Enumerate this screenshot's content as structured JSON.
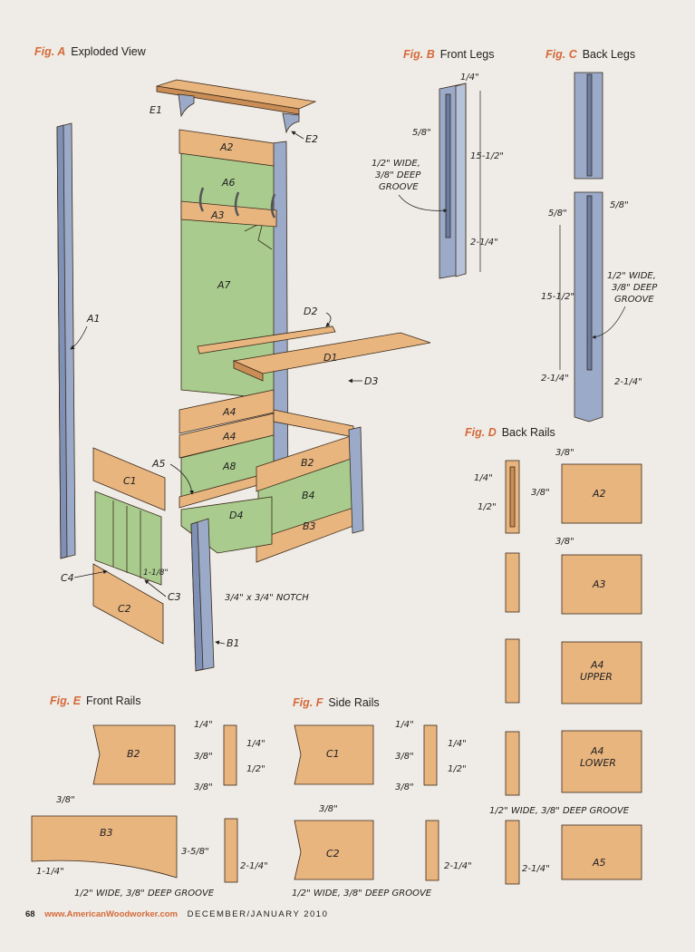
{
  "figures": {
    "a": {
      "tag": "Fig. A",
      "title": "Exploded View"
    },
    "b": {
      "tag": "Fig. B",
      "title": "Front Legs"
    },
    "c": {
      "tag": "Fig. C",
      "title": "Back Legs"
    },
    "d": {
      "tag": "Fig. D",
      "title": "Back Rails"
    },
    "e": {
      "tag": "Fig. E",
      "title": "Front Rails"
    },
    "f": {
      "tag": "Fig. F",
      "title": "Side Rails"
    }
  },
  "parts": {
    "e1": "E1",
    "e2": "E2",
    "a2": "A2",
    "a6": "A6",
    "a3": "A3",
    "a7": "A7",
    "a1": "A1",
    "d2": "D2",
    "d1": "D1",
    "d3": "D3",
    "a4": "A4",
    "a5": "A5",
    "a8": "A8",
    "b2": "B2",
    "b4": "B4",
    "b3": "B3",
    "d4": "D4",
    "c1": "C1",
    "c2": "C2",
    "c3": "C3",
    "c4": "C4",
    "b1": "B1",
    "a4_upper": "A4\nUPPER",
    "a4_lower": "A4\nLOWER"
  },
  "dims": {
    "q": "1/4\"",
    "t58": "5/8\"",
    "t38": "3/8\"",
    "h12": "1/2\"",
    "l1512": "15-1/2\"",
    "l214": "2-1/4\"",
    "groove": "1/2\" WIDE,\n3/8\" DEEP\nGROOVE",
    "groove_line": "1/2\" WIDE, 3/8\" DEEP GROOVE",
    "notch": "3/4\" x 3/4\" NOTCH",
    "l118": "1-1/8\"",
    "l358": "3-5/8\"",
    "l114": "1-1/4\""
  },
  "footer": {
    "page": "68",
    "url": "www.AmericanWoodworker.com",
    "date": "DECEMBER/JANUARY 2010"
  },
  "colors": {
    "wood": "#e9b57f",
    "wood_edge": "#b57b45",
    "panel": "#a9cc8e",
    "leg": "#9aaac8",
    "accent": "#d46a3a"
  }
}
